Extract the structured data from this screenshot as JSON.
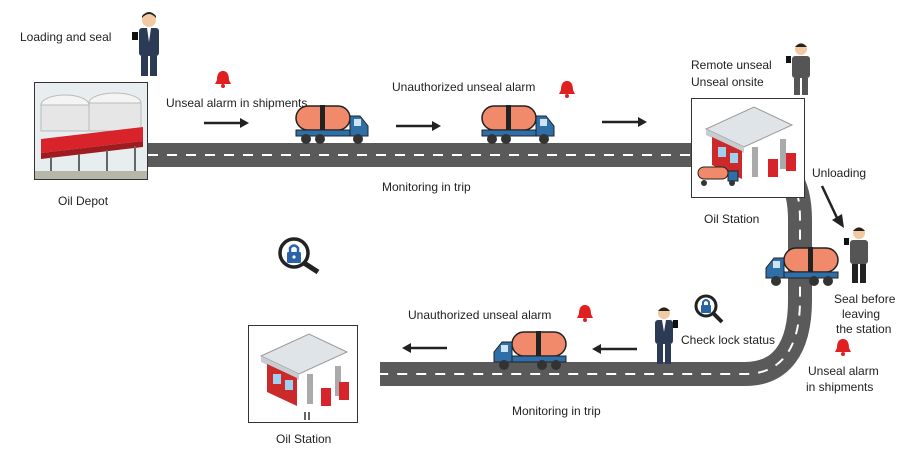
{
  "labels": {
    "loading_seal": "Loading and seal",
    "unseal_alarm_shipments_1": "Unseal alarm in shipments",
    "unauthorized_unseal_alarm_1": "Unauthorized unseal alarm",
    "remote_unseal": "Remote unseal",
    "unseal_onsite": "Unseal onsite",
    "oil_depot": "Oil Depot",
    "monitoring_trip_1": "Monitoring in trip",
    "oil_station_1": "Oil Station",
    "unloading": "Unloading",
    "seal_before_1": "Seal before",
    "seal_before_2": "leaving",
    "seal_before_3": "the station",
    "unauthorized_unseal_alarm_2": "Unauthorized unseal alarm",
    "check_lock_status": "Check lock status",
    "unseal_alarm_2a": "Unseal alarm",
    "unseal_alarm_2b": "in shipments",
    "monitoring_trip_2": "Monitoring in trip",
    "oil_station_2": "Oil Station"
  },
  "colors": {
    "road": "#5a5a5a",
    "road_dash": "#ffffff",
    "tank": "#f08a6a",
    "cab": "#2f6fa8",
    "alarm": "#e02020",
    "suit": "#2b3a55",
    "lock": "#2a62a8"
  },
  "icons": [
    "bell-alarm-icon",
    "magnifier-lock-icon",
    "tanker-truck-icon",
    "person-phone-icon",
    "arrow-icon"
  ]
}
